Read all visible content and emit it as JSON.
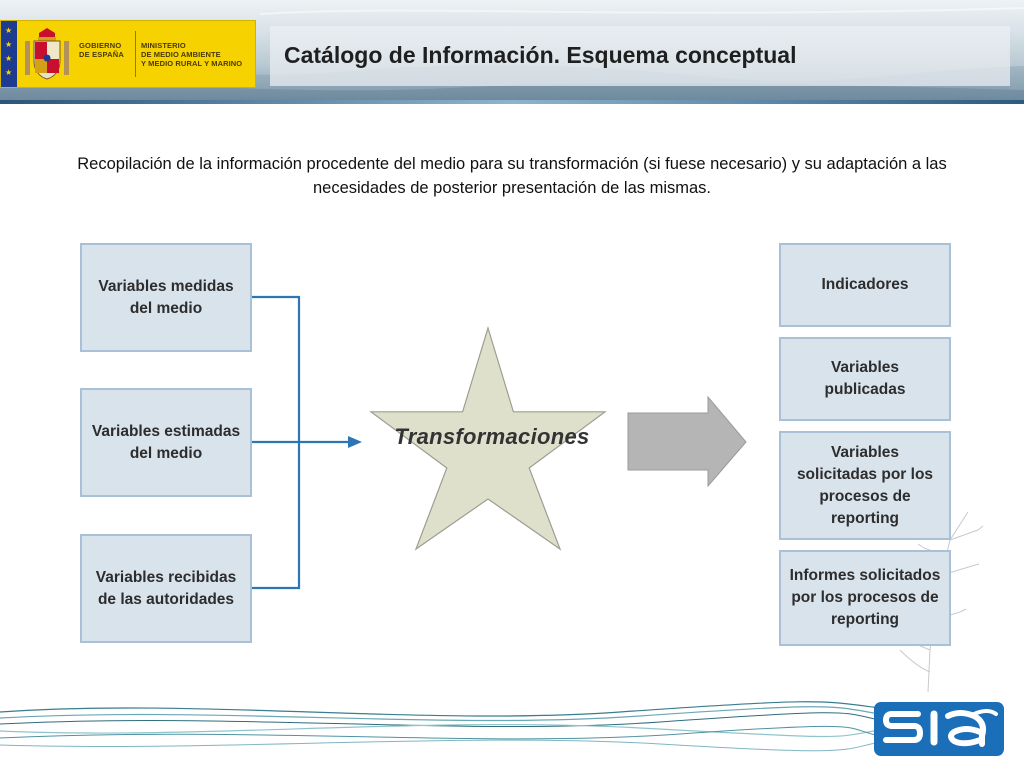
{
  "header": {
    "title": "Catálogo de Información. Esquema conceptual",
    "logo": {
      "gov_text": "GOBIERNO\nDE ESPAÑA",
      "ministry_text": "MINISTERIO\nDE MEDIO AMBIENTE\nY MEDIO RURAL Y MARINO"
    }
  },
  "intro": "Recopilación de la información procedente del medio para su transformación (si fuese necesario) y su adaptación a las necesidades de posterior presentación de las mismas.",
  "inputs": [
    "Variables medidas del medio",
    "Variables estimadas del medio",
    "Variables recibidas de las autoridades"
  ],
  "center": "Transformaciones",
  "outputs": [
    "Indicadores",
    "Variables publicadas",
    "Variables solicitadas por los procesos de reporting",
    "Informes solicitados por los procesos de reporting"
  ],
  "footer_logo": "SIA",
  "colors": {
    "box_fill": "#d9e3ec",
    "box_border": "#a9c0d6",
    "connector": "#2e75b6",
    "star_fill": "#dfe0cc",
    "arrow_fill": "#b5b5b5",
    "logo_blue": "#1a6fb8"
  }
}
